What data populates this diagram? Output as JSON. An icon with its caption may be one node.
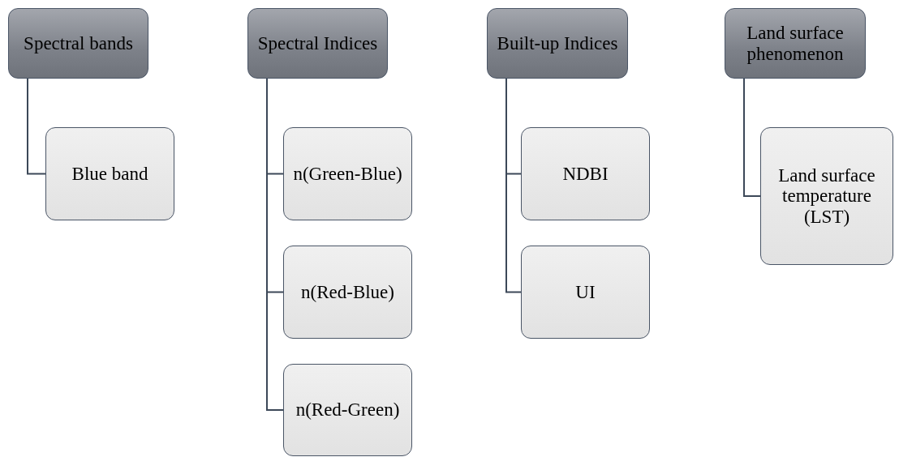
{
  "diagram": {
    "nodes": [
      {
        "text": [
          "Spectral bands"
        ]
      },
      {
        "text": [
          "Blue band"
        ]
      },
      {
        "text": [
          "Spectral Indices"
        ]
      },
      {
        "text": [
          "n(Green-Blue)"
        ]
      },
      {
        "text": [
          "n(Red-Blue)"
        ]
      },
      {
        "text": [
          "n(Red-Green)"
        ]
      },
      {
        "text": [
          "Built-up Indices"
        ]
      },
      {
        "text": [
          "NDBI"
        ]
      },
      {
        "text": [
          "UI"
        ]
      },
      {
        "text": [
          "Land surface phenomenon"
        ]
      },
      {
        "text": [
          "Land surface temperature (LST)"
        ]
      }
    ],
    "edges": [
      {
        "from": 0,
        "to": 1,
        "arrow": "none"
      },
      {
        "from": 2,
        "to": 3,
        "arrow": "none"
      },
      {
        "from": 2,
        "to": 4,
        "arrow": "none"
      },
      {
        "from": 2,
        "to": 5,
        "arrow": "none"
      },
      {
        "from": 6,
        "to": 7,
        "arrow": "none"
      },
      {
        "from": 6,
        "to": 8,
        "arrow": "none"
      },
      {
        "from": 9,
        "to": 10,
        "arrow": "none"
      }
    ]
  }
}
